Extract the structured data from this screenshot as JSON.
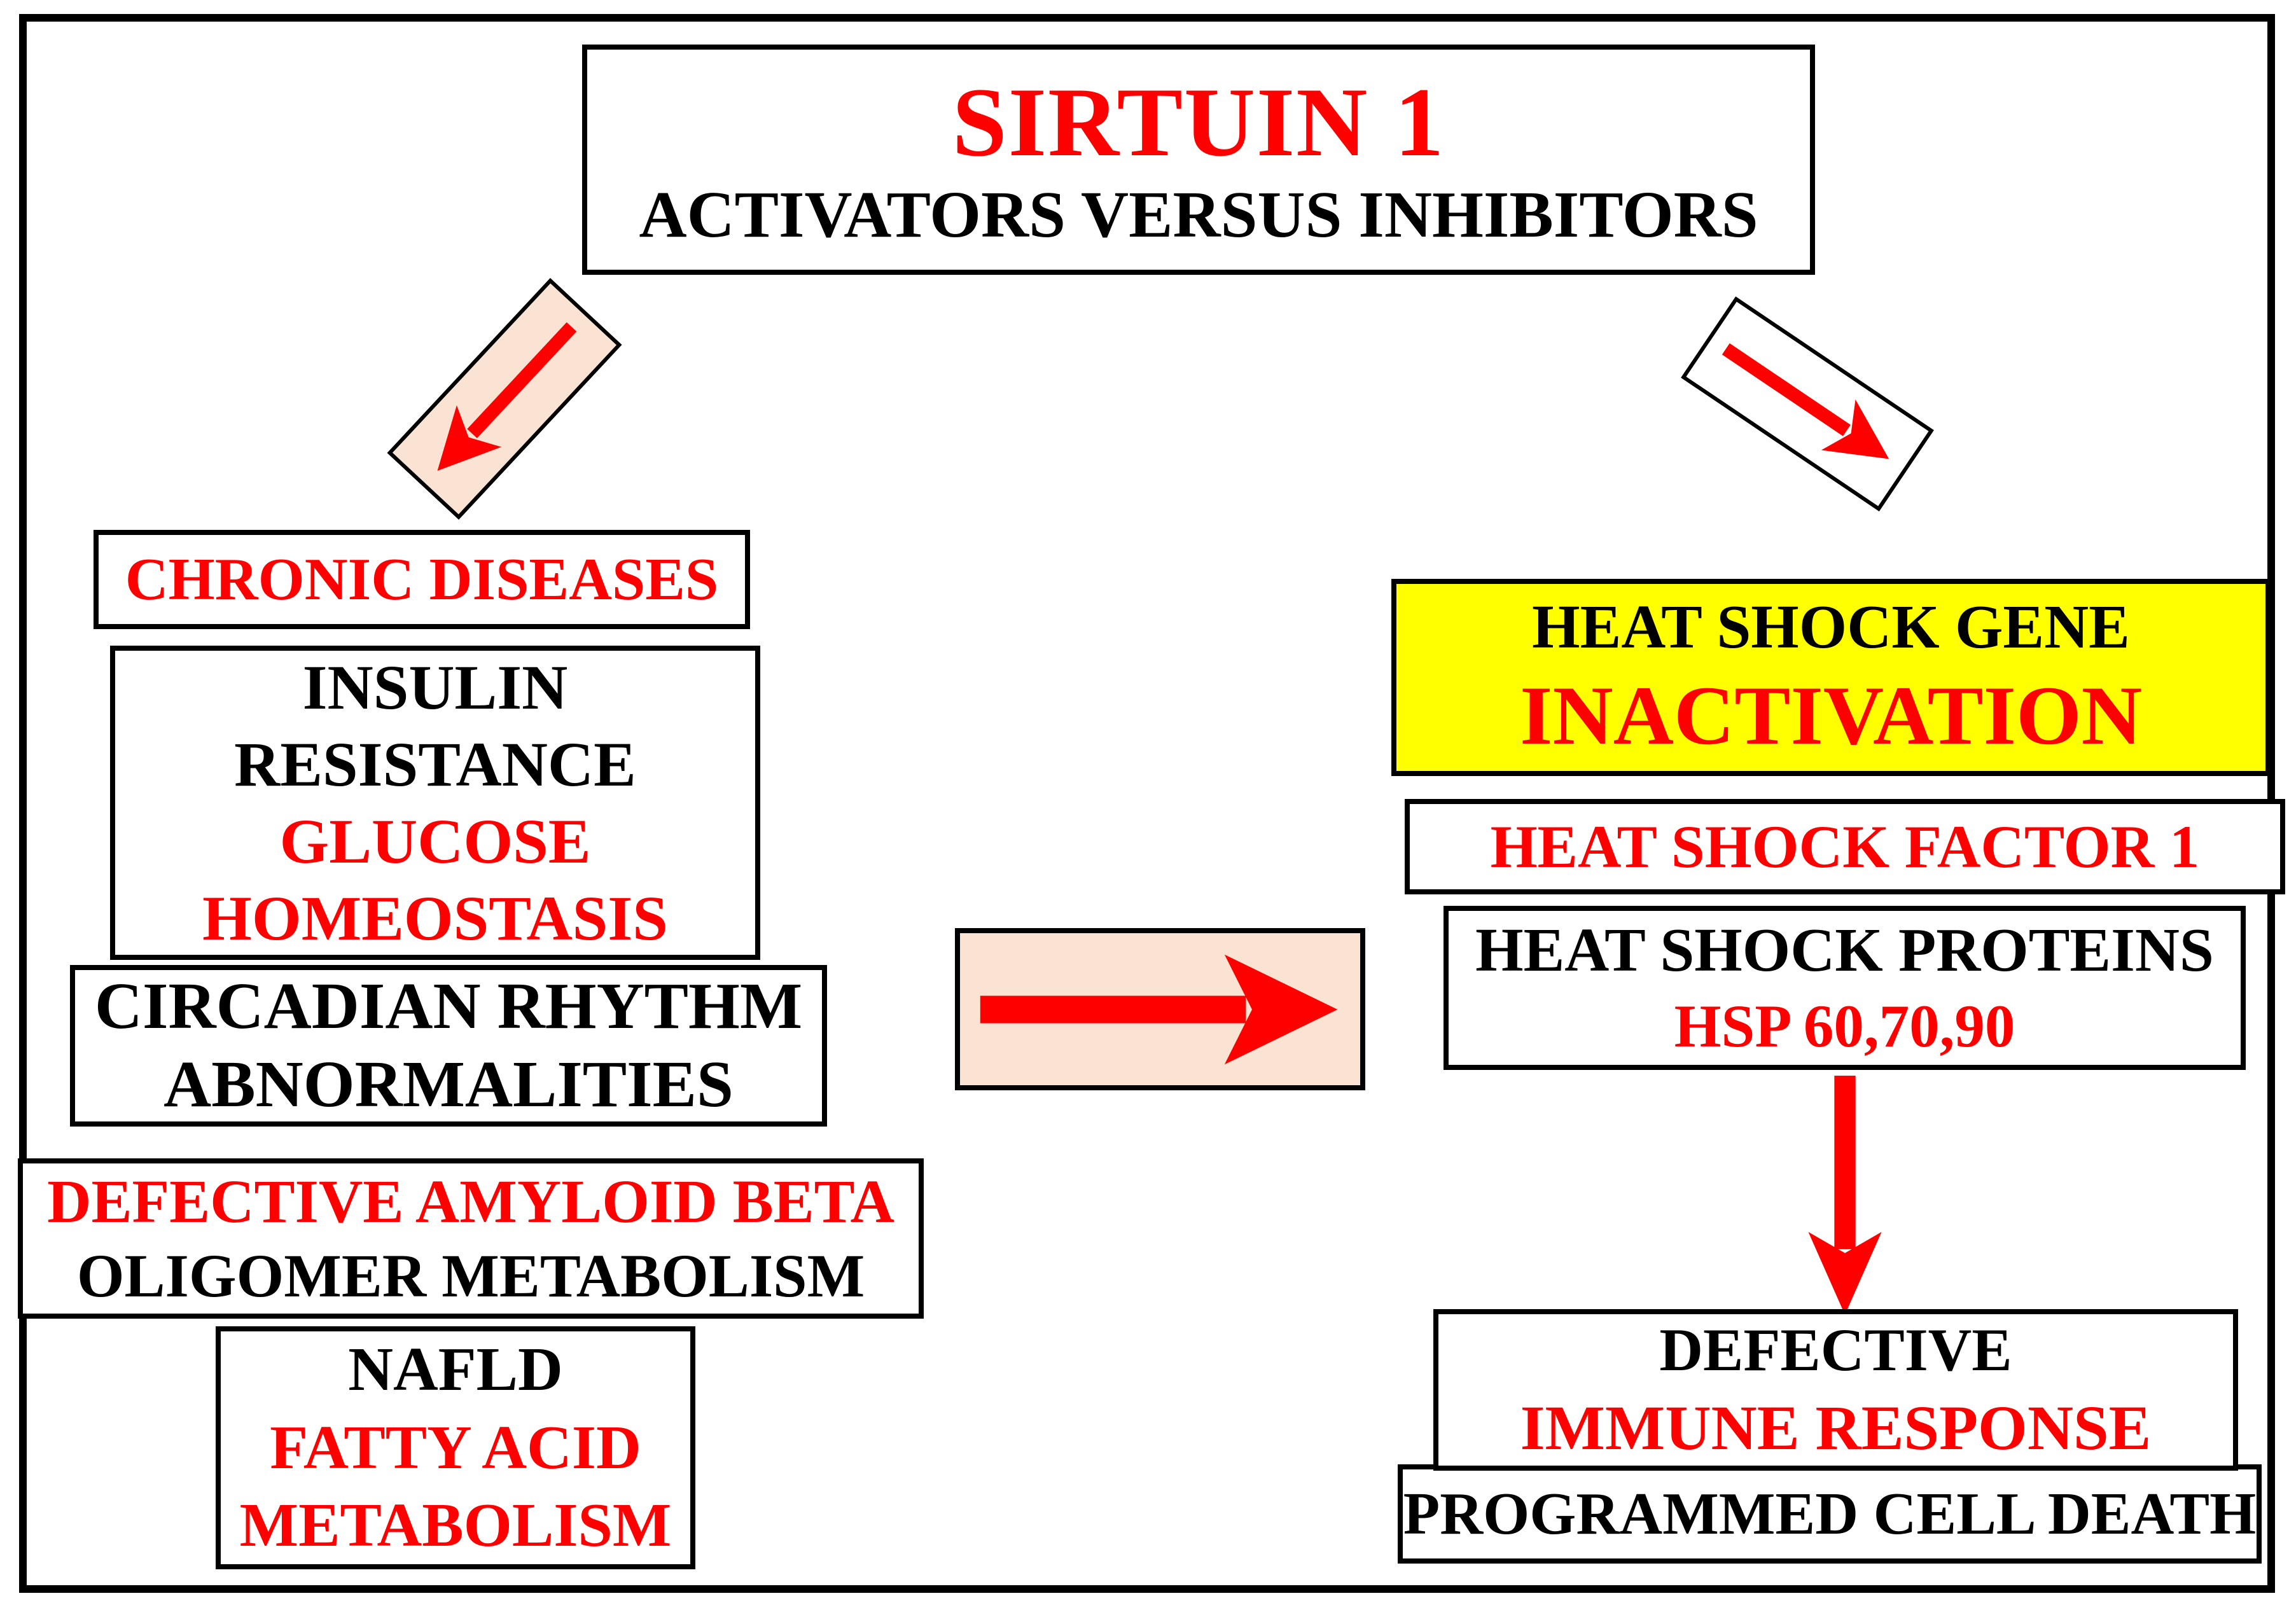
{
  "palette": {
    "red": "#FF0000",
    "black": "#000000",
    "yellow": "#FFFF00",
    "peach": "#FAE3D3",
    "white": "#FFFFFF",
    "border": "#000000"
  },
  "title": {
    "line1": "SIRTUIN 1",
    "line2": "ACTIVATORS VERSUS INHIBITORS"
  },
  "left_column": {
    "chronic_diseases": {
      "lines": [
        "CHRONIC DISEASES"
      ]
    },
    "insulin_glucose": {
      "lines": [
        "INSULIN",
        "RESISTANCE",
        "GLUCOSE",
        "HOMEOSTASIS"
      ]
    },
    "circadian": {
      "lines": [
        "CIRCADIAN RHYTHM",
        "ABNORMALITIES"
      ]
    },
    "amyloid": {
      "lines": [
        "DEFECTIVE AMYLOID BETA",
        "OLIGOMER METABOLISM"
      ]
    },
    "nafld": {
      "lines": [
        "NAFLD",
        "FATTY ACID",
        "METABOLISM"
      ]
    }
  },
  "right_column": {
    "heat_shock_gene": {
      "lines": [
        "HEAT SHOCK GENE",
        "INACTIVATION"
      ]
    },
    "heat_shock_factor": {
      "lines": [
        "HEAT SHOCK FACTOR 1"
      ]
    },
    "heat_shock_proteins": {
      "lines": [
        "HEAT SHOCK PROTEINS",
        "HSP 60,70,90"
      ]
    },
    "immune": {
      "lines": [
        "DEFECTIVE",
        "IMMUNE RESPONSE"
      ]
    },
    "programmed_cell_death": {
      "lines": [
        "PROGRAMMED CELL DEATH"
      ]
    }
  },
  "icons": {
    "activator_arrow": "diagonal-arrow-down-left",
    "inhibitor_arrow": "diagonal-arrow-down-right",
    "middle_arrow": "arrow-right",
    "cascade_arrow": "arrow-down"
  }
}
